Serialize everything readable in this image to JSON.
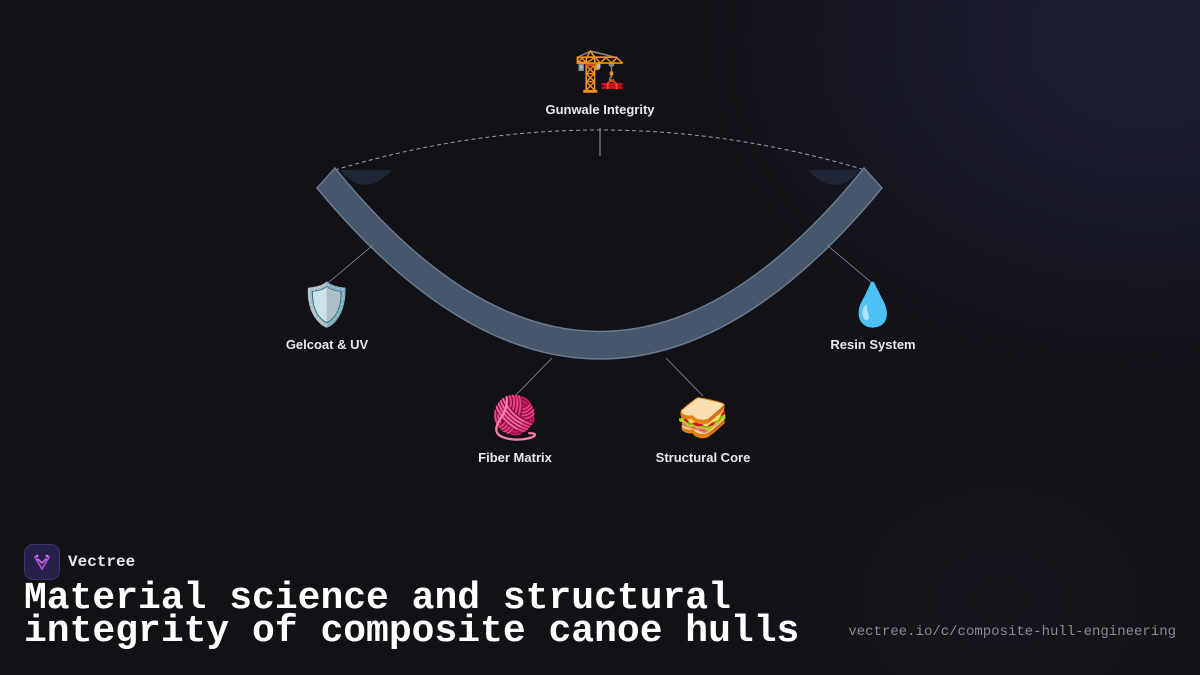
{
  "diagram": {
    "top": {
      "icon": "crane-icon",
      "emoji": "🏗️",
      "label": "Gunwale Integrity"
    },
    "left": {
      "icon": "shield-icon",
      "emoji": "🛡️",
      "label": "Gelcoat & UV"
    },
    "right": {
      "icon": "droplet-icon",
      "emoji": "💧",
      "label": "Resin System"
    },
    "bottom_left": {
      "icon": "yarn-icon",
      "emoji": "🧶",
      "label": "Fiber Matrix"
    },
    "bottom_right": {
      "icon": "sandwich-icon",
      "emoji": "🥪",
      "label": "Structural Core"
    }
  },
  "footer": {
    "brand_name": "Vectree",
    "title": "Material science and structural integrity of composite canoe hulls",
    "url": "vectree.io/c/composite-hull-engineering"
  },
  "colors": {
    "background": "#111116",
    "hull_fill": "#46566b",
    "hull_stroke": "#6a7a90",
    "brand_accent": "#a34bd6"
  }
}
